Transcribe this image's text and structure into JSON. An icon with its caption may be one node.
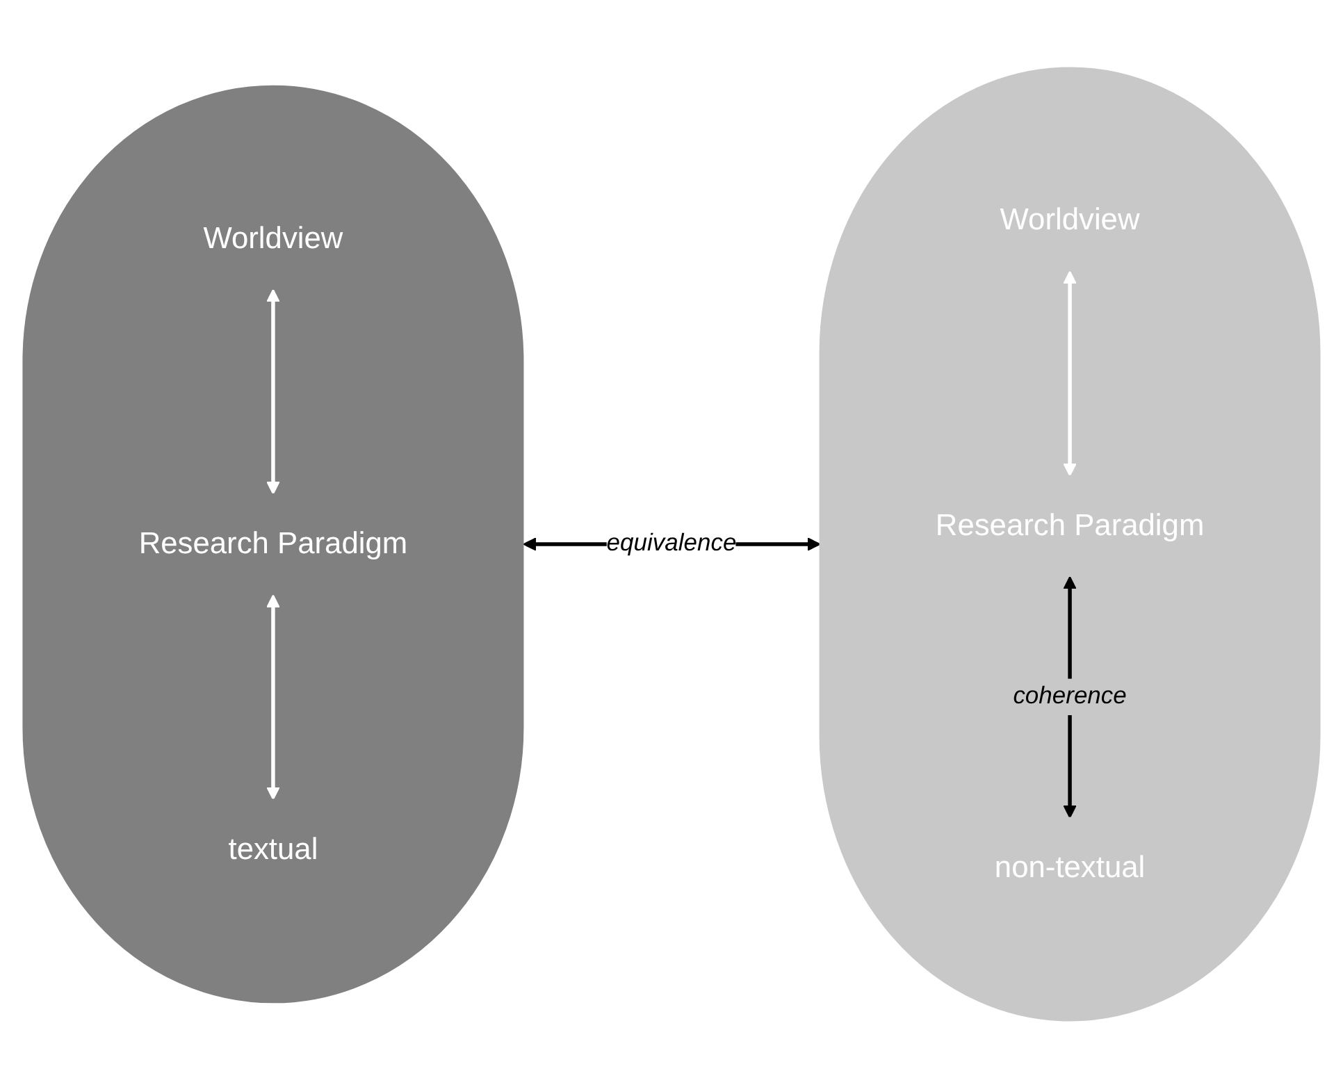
{
  "diagram": {
    "nodes": [
      {
        "text": [],
        "shape": "ellipse"
      },
      {
        "text": [
          "Worldview"
        ],
        "in": 0
      },
      {
        "text": [
          "Research Paradigm"
        ],
        "in": 0
      },
      {
        "text": [
          "textual"
        ],
        "in": 0
      },
      {
        "text": [],
        "shape": "ellipse"
      },
      {
        "text": [
          "Worldview"
        ],
        "in": 4
      },
      {
        "text": [
          "Research Paradigm"
        ],
        "in": 4
      },
      {
        "text": [
          "non-textual"
        ],
        "in": 4
      }
    ],
    "edges": [
      {
        "from": 1,
        "to": 2,
        "arrow": "both",
        "color": "#ffffff"
      },
      {
        "from": 2,
        "to": 3,
        "arrow": "both",
        "color": "#ffffff"
      },
      {
        "from": 5,
        "to": 6,
        "arrow": "both",
        "color": "#ffffff"
      },
      {
        "from": 6,
        "to": 7,
        "arrow": "both",
        "label": "coherence",
        "color": "#000000"
      },
      {
        "from": 0,
        "to": 4,
        "arrow": "both",
        "label": "equivalence",
        "color": "#000000"
      }
    ]
  }
}
